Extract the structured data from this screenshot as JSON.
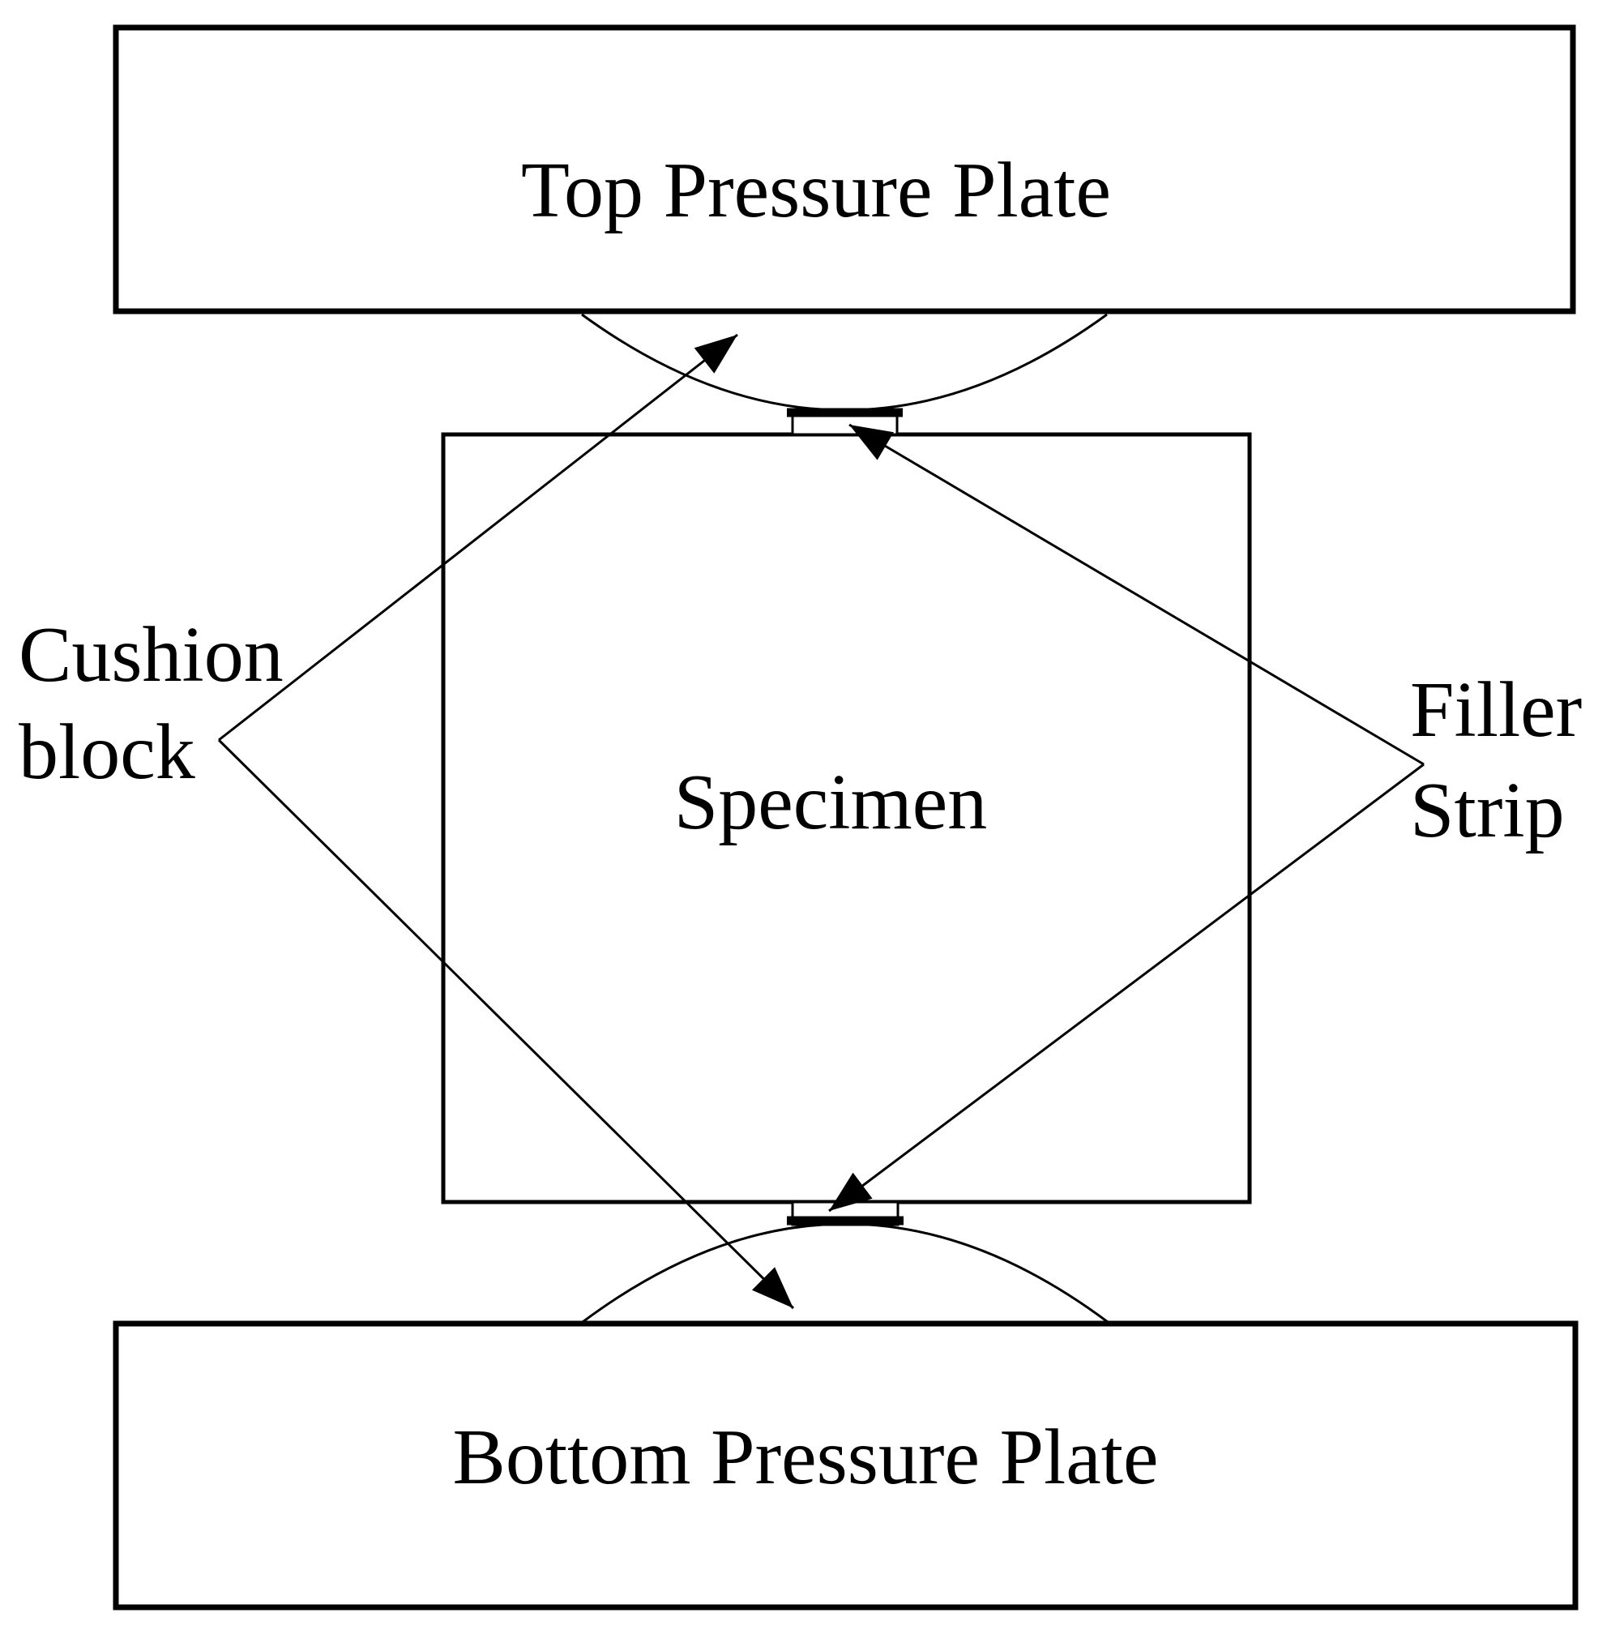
{
  "figure": {
    "type": "schematic-diagram",
    "description_visible_elements": "compression test fixture with two pressure plates, specimen, cushion blocks and filler strips"
  },
  "labels": {
    "top_plate": "Top Pressure Plate",
    "bottom_plate": "Bottom Pressure Plate",
    "specimen": "Specimen",
    "cushion_block": {
      "line1": "Cushion",
      "line2": "block"
    },
    "filler_strip": {
      "line1": "Filler",
      "line2": "Strip"
    }
  },
  "colors": {
    "ink": "#000000",
    "background": "#ffffff"
  }
}
